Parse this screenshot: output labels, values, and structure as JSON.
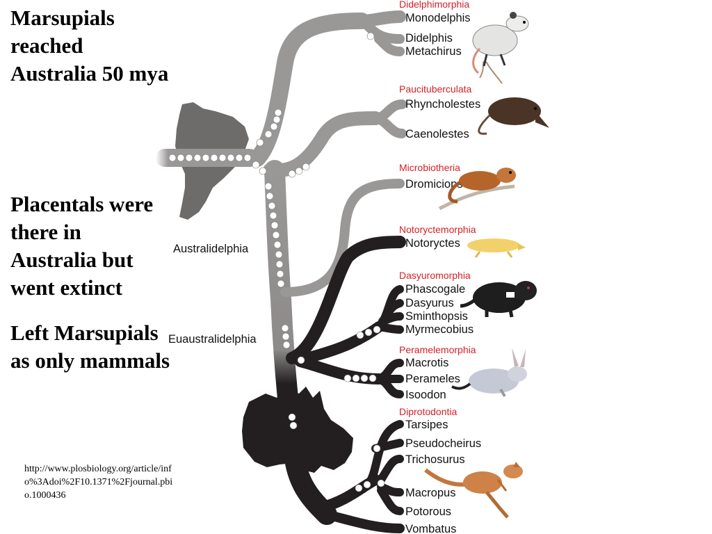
{
  "slide": {
    "text1": [
      "Marsupials",
      "reached",
      "Australia 50 mya"
    ],
    "text2": [
      "Placentals were",
      "there in",
      "Australia but",
      "went extinct"
    ],
    "text3": [
      "Left Marsupials",
      "as only mammals"
    ],
    "citation": [
      "http://www.plosbiology.org/article/inf",
      "o%3Adoi%2F10.1371%2Fjournal.pbi",
      "o.1000436"
    ]
  },
  "tree": {
    "clades": {
      "australidelphia": "Australidelphia",
      "euaustralidelphia": "Euaustralidelphia"
    },
    "orders": [
      {
        "name": "Didelphimorphia",
        "genera": [
          "Monodelphis",
          "Didelphis",
          "Metachirus"
        ]
      },
      {
        "name": "Paucituberculata",
        "genera": [
          "Rhyncholestes",
          "Caenolestes"
        ]
      },
      {
        "name": "Microbiotheria",
        "genera": [
          "Dromiciops"
        ]
      },
      {
        "name": "Notoryctemorphia",
        "genera": [
          "Notoryctes"
        ]
      },
      {
        "name": "Dasyuromorphia",
        "genera": [
          "Phascogale",
          "Dasyurus",
          "Sminthopsis",
          "Myrmecobius"
        ]
      },
      {
        "name": "Peramelemorphia",
        "genera": [
          "Macrotis",
          "Perameles",
          "Isoodon"
        ]
      },
      {
        "name": "Diprotodontia",
        "genera": [
          "Tarsipes",
          "Pseudocheirus",
          "Trichosurus",
          "Macropus",
          "Potorous",
          "Vombatus"
        ]
      }
    ],
    "colors": {
      "order_label": "#d42027",
      "south_american_branch": "#9a9797",
      "australian_branch": "#231f20",
      "landmass": "#6e6b6b"
    },
    "illustrations": [
      "opossum",
      "shrew-opossum",
      "monito-del-monte",
      "marsupial-mole",
      "tasmanian-devil",
      "bilby",
      "kangaroo"
    ]
  }
}
